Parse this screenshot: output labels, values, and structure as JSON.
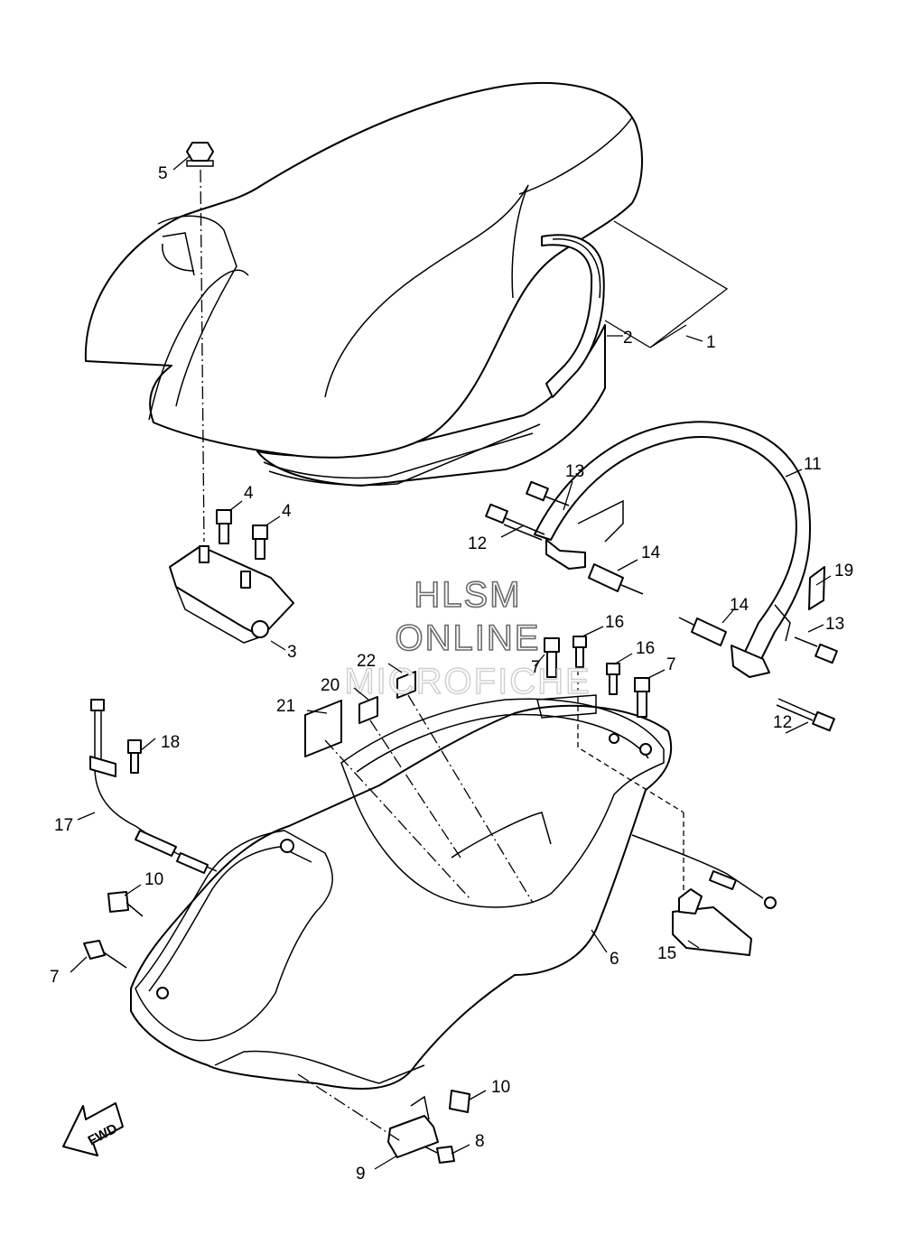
{
  "watermark": {
    "line1": "HLSM",
    "line2": "ONLINE",
    "line3": "MICROFICHE"
  },
  "direction_label": "FWD",
  "callouts": {
    "c1": "1",
    "c2": "2",
    "c3": "3",
    "c4a": "4",
    "c4b": "4",
    "c5": "5",
    "c6": "6",
    "c7a": "7",
    "c7b": "7",
    "c7c": "7",
    "c8": "8",
    "c9": "9",
    "c10a": "10",
    "c10b": "10",
    "c11": "11",
    "c12a": "12",
    "c12b": "12",
    "c13a": "13",
    "c13b": "13",
    "c14a": "14",
    "c14b": "14",
    "c15": "15",
    "c16a": "16",
    "c16b": "16",
    "c17": "17",
    "c18": "18",
    "c19": "19",
    "c20": "20",
    "c21": "21",
    "c22": "22"
  }
}
